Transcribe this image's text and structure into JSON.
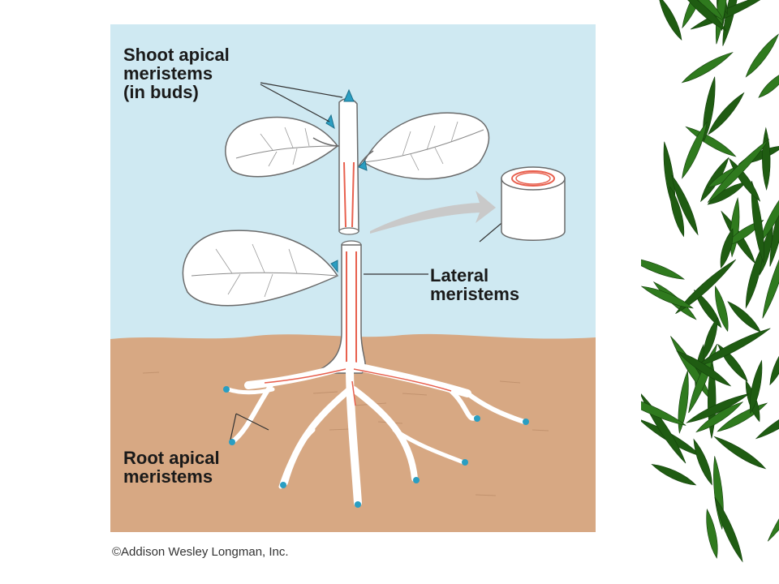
{
  "labels": {
    "shoot": [
      "Shoot apical",
      "meristems",
      "(in buds)"
    ],
    "lateral": [
      "Lateral",
      "meristems"
    ],
    "root": [
      "Root apical",
      "meristems"
    ]
  },
  "copyright": "©Addison Wesley Longman, Inc.",
  "colors": {
    "sky": "#cfe9f2",
    "soil": "#d7a883",
    "plant": "#ffffff",
    "outline": "#6a6a6a",
    "meristem_blue": "#2a9ec2",
    "meristem_red": "#e8604e",
    "arrow": "#c9c9c9",
    "bamboo_leaf": "#2f7a1e"
  },
  "icons": {
    "decoration": "bamboo-leaves-icon",
    "inset": "stem-cross-section-icon"
  }
}
